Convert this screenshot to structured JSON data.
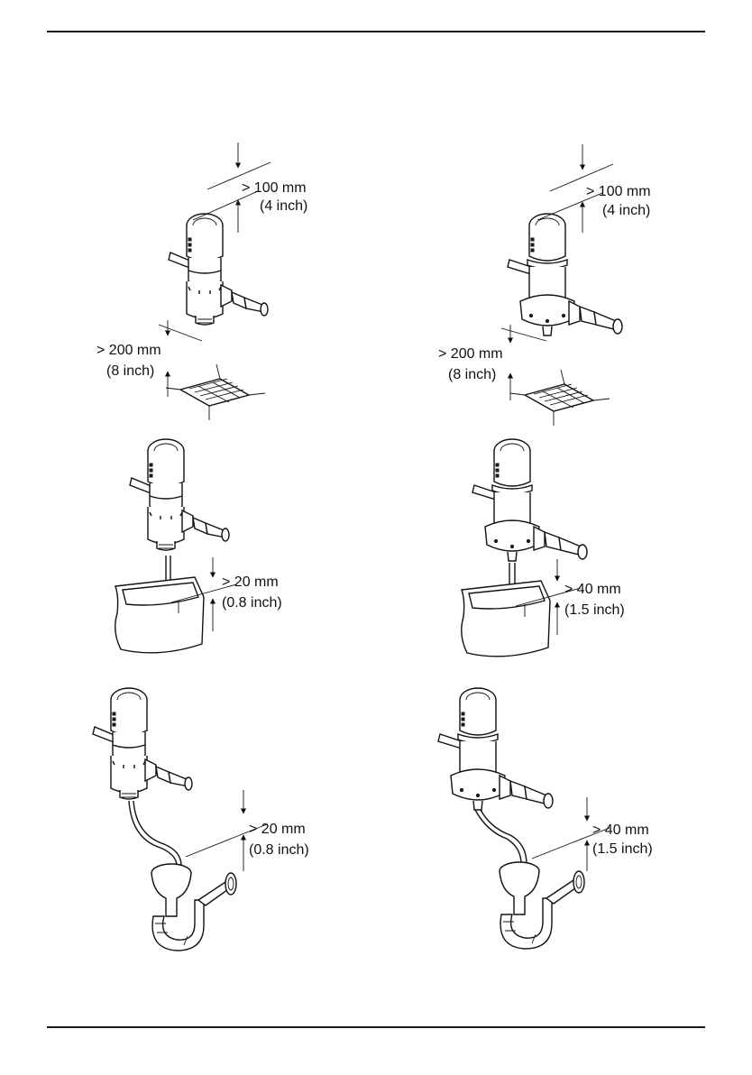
{
  "panels": [
    {
      "id": "p1",
      "dim_top": "> 100 mm",
      "dim_top_sub": "(4 inch)",
      "dim_bottom": "> 200 mm",
      "dim_bottom_sub": "(8 inch)"
    },
    {
      "id": "p2",
      "dim_top": "> 100 mm",
      "dim_top_sub": "(4 inch)",
      "dim_bottom": "> 200 mm",
      "dim_bottom_sub": "(8 inch)"
    },
    {
      "id": "p3",
      "dim": "> 20 mm",
      "dim_sub": "(0.8 inch)"
    },
    {
      "id": "p4",
      "dim": "> 40 mm",
      "dim_sub": "(1.5 inch)"
    },
    {
      "id": "p5",
      "dim": "> 20 mm",
      "dim_sub": "(0.8 inch)"
    },
    {
      "id": "p6",
      "dim": "> 40 mm",
      "dim_sub": "(1.5 inch)"
    }
  ]
}
